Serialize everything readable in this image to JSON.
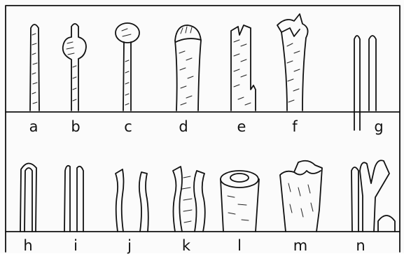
{
  "figure": {
    "labels": [
      "a",
      "b",
      "c",
      "d",
      "e",
      "f",
      "g",
      "h",
      "i",
      "j",
      "k",
      "l",
      "m",
      "n"
    ]
  }
}
